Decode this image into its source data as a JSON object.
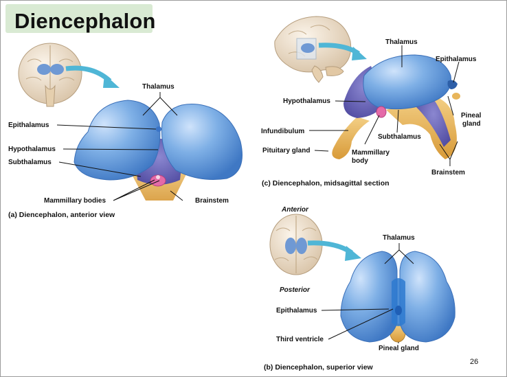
{
  "slide": {
    "title": "Diencephalon",
    "page_number": "26"
  },
  "panel_a": {
    "caption": "(a) Diencephalon, anterior view",
    "labels": {
      "thalamus": "Thalamus",
      "epithalamus": "Epithalamus",
      "hypothalamus": "Hypothalamus",
      "subthalamus": "Subthalamus",
      "mammillary_bodies": "Mammillary bodies",
      "brainstem": "Brainstem"
    }
  },
  "panel_c": {
    "caption": "(c) Diencephalon, midsagittal section",
    "labels": {
      "thalamus": "Thalamus",
      "epithalamus": "Epithalamus",
      "hypothalamus": "Hypothalamus",
      "pineal_gland_line1": "Pineal",
      "pineal_gland_line2": "gland",
      "infundibulum": "Infundibulum",
      "subthalamus": "Subthalamus",
      "pituitary_gland": "Pituitary gland",
      "mammillary_body_line1": "Mammillary",
      "mammillary_body_line2": "body",
      "brainstem": "Brainstem"
    }
  },
  "panel_b": {
    "caption": "(b) Diencephalon, superior view",
    "orientation_top": "Anterior",
    "orientation_bottom": "Posterior",
    "labels": {
      "thalamus": "Thalamus",
      "epithalamus": "Epithalamus",
      "third_ventricle": "Third ventricle",
      "pineal_gland": "Pineal gland"
    }
  },
  "colors": {
    "title_background": "#d9ead3",
    "thalamus_blue": "#6fa3de",
    "hypothalamus_purple": "#6a66b5",
    "brainstem_gold": "#e8b55a",
    "pink_body": "#e46aa8",
    "arrow_teal": "#4fb6d6"
  }
}
